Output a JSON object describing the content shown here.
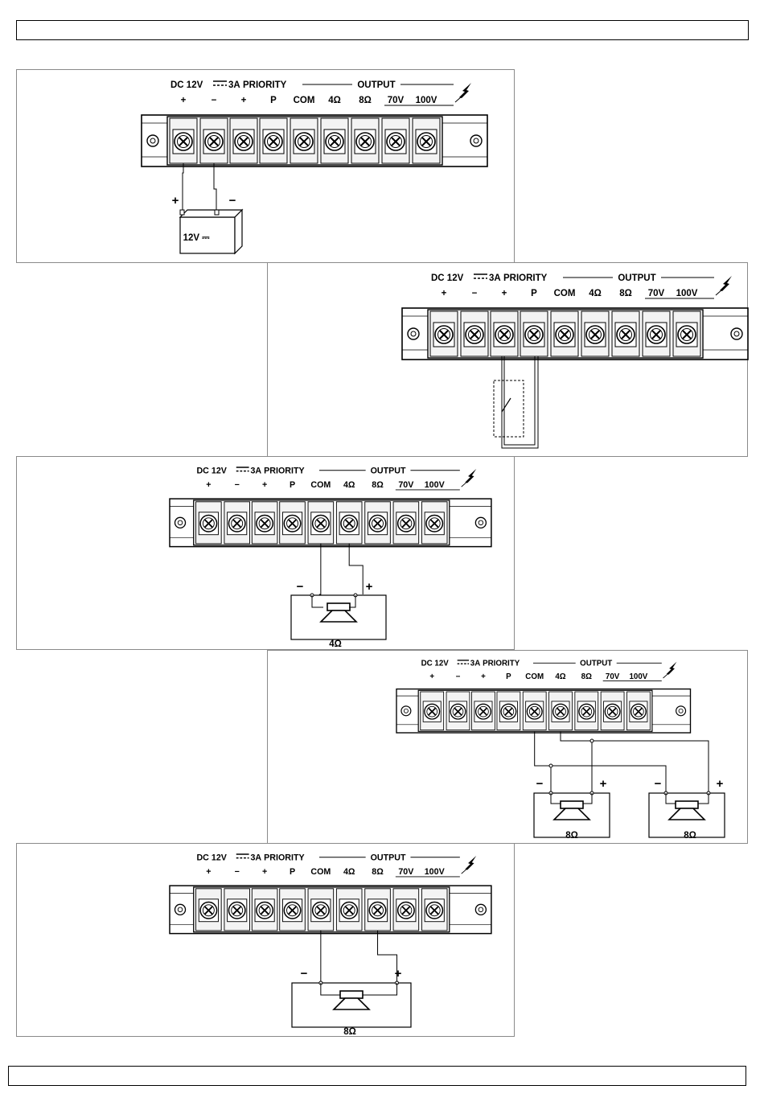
{
  "terminal_strip": {
    "dc_label": "DC 12V",
    "dc_symbol": "⎓",
    "current": "3A",
    "priority_label": "PRIORITY",
    "output_label": "OUTPUT",
    "terminals": [
      "+",
      "−",
      "+",
      "P",
      "COM",
      "4Ω",
      "8Ω",
      "70V",
      "100V"
    ]
  },
  "battery_panel": {
    "plus": "+",
    "minus": "−",
    "battery_label": "12V ⎓"
  },
  "speaker_4ohm_panel": {
    "minus": "−",
    "plus": "+",
    "impedance": "4Ω"
  },
  "two_speakers_panel": {
    "left_minus": "−",
    "left_plus": "+",
    "right_minus": "−",
    "right_plus": "+",
    "left_impedance": "8Ω",
    "right_impedance": "8Ω"
  },
  "speaker_8ohm_panel": {
    "minus": "−",
    "plus": "+",
    "impedance": "8Ω"
  }
}
